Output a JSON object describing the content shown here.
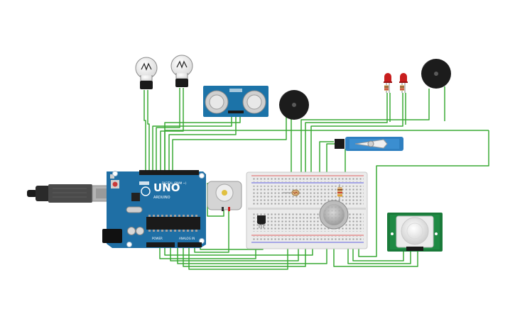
{
  "board": {
    "label_uno": "UNO",
    "label_arduino": "ARDUINO",
    "label_digital": "DIGITAL (PWM ~)",
    "label_power": "POWER",
    "label_analog": "ANALOG IN"
  },
  "colors": {
    "wire": "#3aaa35",
    "board": "#1f6fa5",
    "sensor_board": "#1c73a8",
    "pir_board": "#1a7a3a",
    "servo": "#2f7fc0",
    "breadboard": "#ebebeb",
    "led": "#c81e1e"
  },
  "components": [
    {
      "name": "arduino-uno",
      "icon": "arduino-board-icon"
    },
    {
      "name": "usb-cable",
      "icon": "usb-plug-icon"
    },
    {
      "name": "light-bulb-1",
      "icon": "bulb-icon"
    },
    {
      "name": "light-bulb-2",
      "icon": "bulb-icon"
    },
    {
      "name": "ultrasonic-sensor",
      "icon": "ultrasonic-sensor-icon"
    },
    {
      "name": "piezo-buzzer-1",
      "icon": "buzzer-icon"
    },
    {
      "name": "piezo-buzzer-2",
      "icon": "buzzer-icon"
    },
    {
      "name": "led-red-1",
      "icon": "led-icon"
    },
    {
      "name": "led-red-2",
      "icon": "led-icon"
    },
    {
      "name": "servo-motor",
      "icon": "servo-icon"
    },
    {
      "name": "dc-motor",
      "icon": "motor-icon"
    },
    {
      "name": "breadboard",
      "icon": "breadboard-icon"
    },
    {
      "name": "temperature-sensor",
      "icon": "sensor-chip-icon"
    },
    {
      "name": "gas-sensor",
      "icon": "gas-sensor-icon"
    },
    {
      "name": "photoresistor",
      "icon": "photoresistor-icon"
    },
    {
      "name": "resistor",
      "icon": "resistor-icon"
    },
    {
      "name": "pir-sensor",
      "icon": "pir-sensor-icon"
    }
  ]
}
